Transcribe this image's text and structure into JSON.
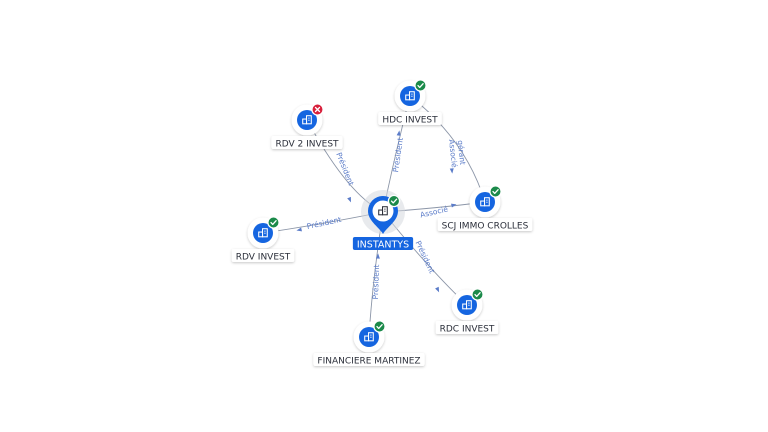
{
  "colors": {
    "node_blue": "#1565e0",
    "edge": "#8c96a8",
    "edge_label": "#5b7cc9",
    "ok_green": "#1b8a4a",
    "error_red": "#d8203c",
    "center_label_bg": "#1565e0",
    "center_halo": "#d5d8de"
  },
  "icons": {
    "node": "company-building-icon",
    "ok": "check-icon",
    "error": "cross-icon"
  },
  "center": {
    "label": "INSTANTYS",
    "status": "ok"
  },
  "nodes": [
    {
      "id": "rdv2",
      "label": "RDV 2 INVEST",
      "status": "error"
    },
    {
      "id": "hdc",
      "label": "HDC INVEST",
      "status": "ok"
    },
    {
      "id": "scj",
      "label": "SCJ IMMO CROLLES",
      "status": "ok"
    },
    {
      "id": "rdv",
      "label": "RDV INVEST",
      "status": "ok"
    },
    {
      "id": "rdc",
      "label": "RDC INVEST",
      "status": "ok"
    },
    {
      "id": "fin",
      "label": "FINANCIERE MARTINEZ",
      "status": "ok"
    }
  ],
  "edges": [
    {
      "from": "rdv2",
      "to": "center",
      "label": "Président"
    },
    {
      "from": "hdc",
      "to": "center",
      "label": "Président"
    },
    {
      "from": "center",
      "to": "scj",
      "label": "Associé"
    },
    {
      "from": "center",
      "to": "rdv",
      "label": "Président"
    },
    {
      "from": "center",
      "to": "rdc",
      "label": "Président"
    },
    {
      "from": "fin",
      "to": "center",
      "label": "Président"
    },
    {
      "from": "hdc",
      "to": "scj",
      "label": "gérant\nAssocié"
    }
  ]
}
